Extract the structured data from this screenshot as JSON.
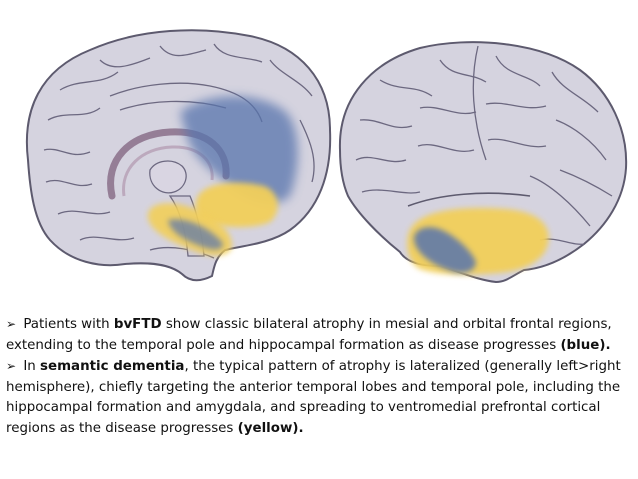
{
  "colors": {
    "background": "#ffffff",
    "brain_fill": "#d5d3df",
    "brain_outline": "#5d5a6e",
    "sulci": "#6c6880",
    "limbic_purple": "#8a6f8a",
    "atrophy_blue": "#5874ad",
    "atrophy_yellow": "#f2cf5a",
    "text": "#111111"
  },
  "icons": {
    "bullet": "arrowhead-bullet-icon"
  },
  "caption": {
    "bullet_glyph": "➢",
    "bullet1": {
      "pre": "Patients with ",
      "bold": "bvFTD",
      "post": " show classic bilateral atrophy in mesial and orbital frontal regions, extending to the temporal pole and hippocampal formation as disease progresses ",
      "tail": "(blue)."
    },
    "bullet2": {
      "pre": "In ",
      "bold": "semantic dementia",
      "post": ", the typical pattern of atrophy is lateralized (generally left>right hemisphere), chiefly targeting the anterior temporal lobes and temporal pole, including the hippocampal formation and amygdala, and spreading to ventromedial prefrontal cortical regions as the disease progresses ",
      "tail": "(yellow)."
    }
  }
}
